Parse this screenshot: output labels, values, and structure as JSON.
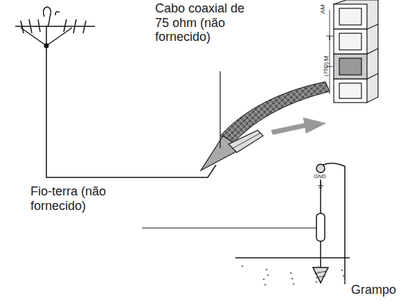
{
  "diagram": {
    "labels": [
      "Cabo coaxial de 75 ohm (não fornecido)",
      "Fio-terra (não fornecido)",
      "Grampo",
      "AM",
      "M",
      "(75Ω)",
      "GND"
    ]
  }
}
